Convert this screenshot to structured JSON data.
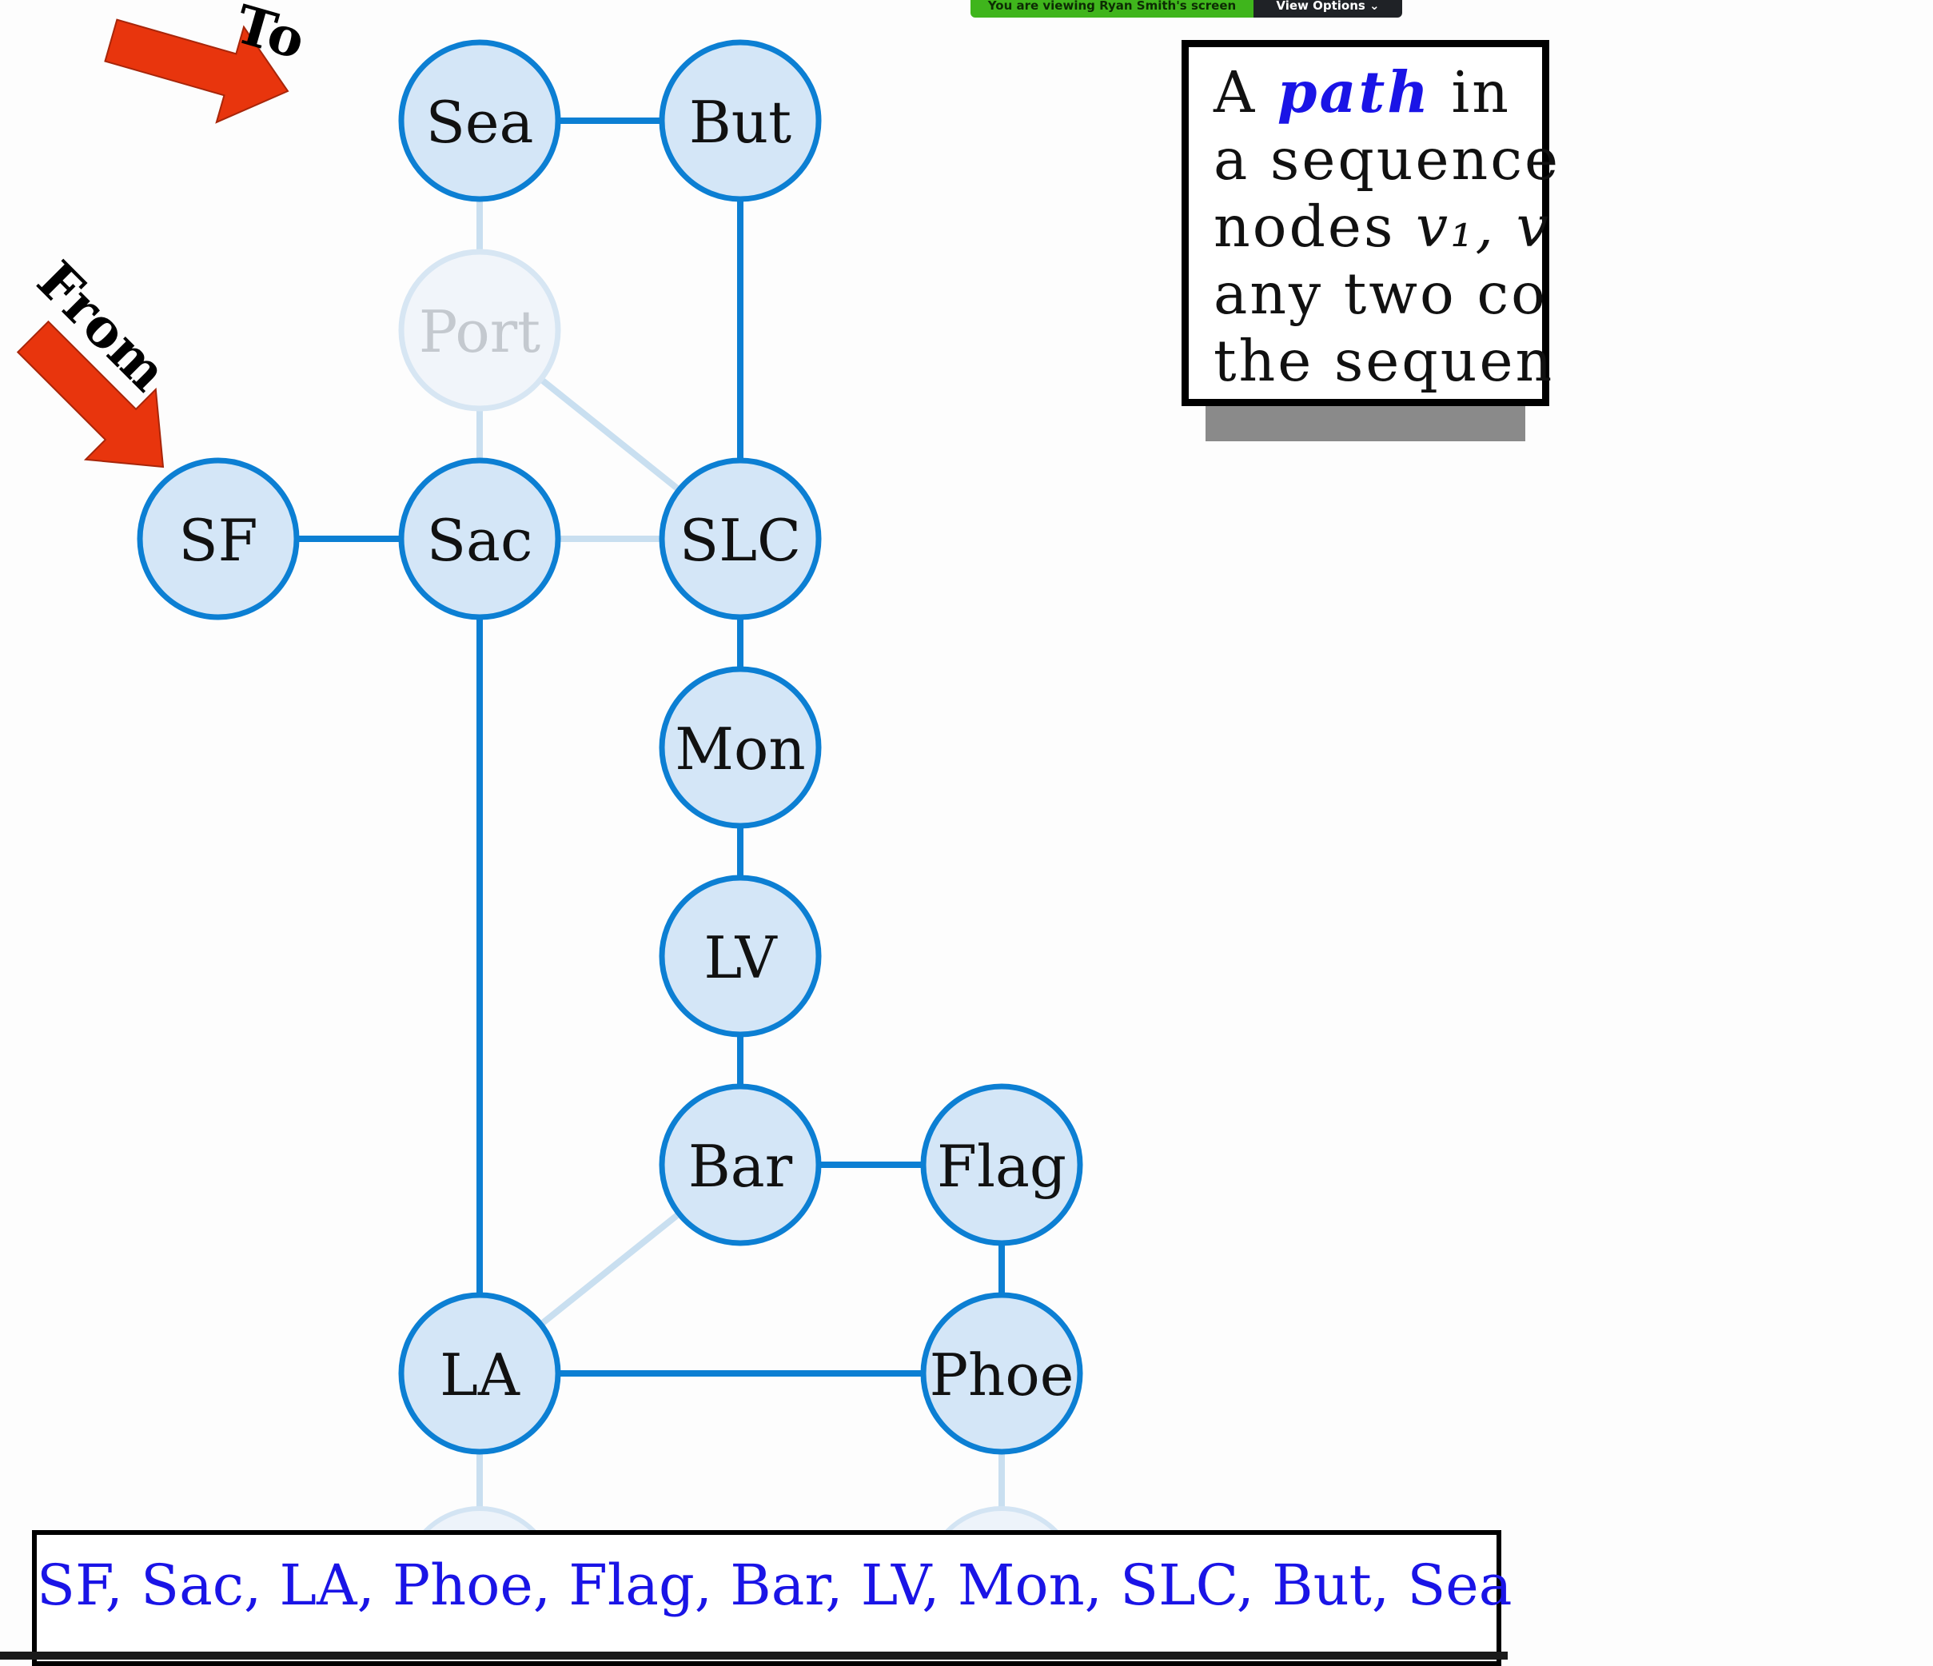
{
  "screen_share": {
    "status_text": "You are viewing Ryan Smith's screen",
    "view_options_label": "View Options",
    "chevron_glyph": "⌄"
  },
  "arrows": {
    "to_label": "To",
    "from_label": "From",
    "color": "#e8350d"
  },
  "graph": {
    "node_fill": "#d4e6f7",
    "node_stroke": "#0c7fd3",
    "edge_color": "#0c7fd3",
    "faded_edge_color": "#c9dff0",
    "nodes": [
      {
        "id": "sea",
        "label": "Sea",
        "faded": false
      },
      {
        "id": "but",
        "label": "But",
        "faded": false
      },
      {
        "id": "port",
        "label": "Port",
        "faded": true
      },
      {
        "id": "sf",
        "label": "SF",
        "faded": false
      },
      {
        "id": "sac",
        "label": "Sac",
        "faded": false
      },
      {
        "id": "slc",
        "label": "SLC",
        "faded": false
      },
      {
        "id": "mon",
        "label": "Mon",
        "faded": false
      },
      {
        "id": "lv",
        "label": "LV",
        "faded": false
      },
      {
        "id": "bar",
        "label": "Bar",
        "faded": false
      },
      {
        "id": "flag",
        "label": "Flag",
        "faded": false
      },
      {
        "id": "la",
        "label": "LA",
        "faded": false
      },
      {
        "id": "phoe",
        "label": "Phoe",
        "faded": false
      }
    ],
    "edges": [
      {
        "from": "sea",
        "to": "but",
        "faded": false
      },
      {
        "from": "but",
        "to": "slc",
        "faded": false
      },
      {
        "from": "sf",
        "to": "sac",
        "faded": false
      },
      {
        "from": "sac",
        "to": "la",
        "faded": false
      },
      {
        "from": "slc",
        "to": "mon",
        "faded": false
      },
      {
        "from": "mon",
        "to": "lv",
        "faded": false
      },
      {
        "from": "lv",
        "to": "bar",
        "faded": false
      },
      {
        "from": "bar",
        "to": "flag",
        "faded": false
      },
      {
        "from": "flag",
        "to": "phoe",
        "faded": false
      },
      {
        "from": "la",
        "to": "phoe",
        "faded": false
      },
      {
        "from": "sea",
        "to": "port",
        "faded": true
      },
      {
        "from": "port",
        "to": "sac",
        "faded": true
      },
      {
        "from": "port",
        "to": "slc",
        "faded": true
      },
      {
        "from": "sac",
        "to": "slc",
        "faded": true
      },
      {
        "from": "bar",
        "to": "la",
        "faded": true
      }
    ]
  },
  "definition": {
    "article": "A",
    "term": "path",
    "after_term": " in",
    "line2": "a sequence",
    "line3_prefix": "nodes ",
    "line3_var": "v₁, v",
    "line4": "any two co",
    "line5": "the sequen"
  },
  "answer": {
    "path_text": "SF, Sac, LA, Phoe, Flag, Bar, LV, Mon, SLC, But, Sea"
  }
}
